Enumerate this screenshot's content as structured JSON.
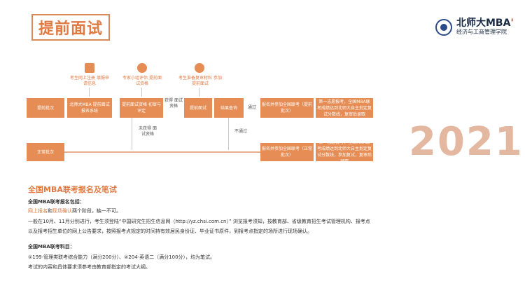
{
  "header": {
    "title": "提前面试",
    "logo_main": "北师大MBA",
    "logo_mark": "'",
    "logo_sub": "经济与工商管理学院"
  },
  "year": "2021",
  "flow": {
    "row1_left": "提前批次",
    "row2_left": "正常批次",
    "step1": "北师大MBA 提前面试报名系统",
    "step2": "提前面试资格 初审与评定",
    "step3": "提前面试",
    "step4": "结果查询",
    "step5": "报名并参加全国联考（提前批次）",
    "step6": "第一志愿报考，全国MBA联考成绩达到北师大自主划定复试分数线，复审后录取",
    "step7": "报名并参加全国联考（正常批次）",
    "step8": "第一志愿报考，全国MBA联考成绩达到北师大自主划定复试分数线，参加复试，复审后录取",
    "note1": "考生网上注册 填报申请信息",
    "note2": "专家小组评估 提前面试资格",
    "note3": "考生准备复审材料 参加提前面试",
    "mid_label": "获得 面试资格",
    "not_pass_label": "未获得 面试资格",
    "pass_label": "通过",
    "fail_label": "不通过"
  },
  "section": {
    "title": "全国MBA联考报名及笔试",
    "sub1": "全国MBA联考报名包括：",
    "line1_hl1": "网上报名",
    "line1_and": "和",
    "line1_hl2": "现场确认",
    "line1_rest": "两个阶段，缺一不可。",
    "line2": "一般在10月、11月分别进行，考生须登陆“中国研究生招生信息网（http://yz.chsi.com.cn）” 浏览报考须知，按教育部、省级教育招生考试管理机构、报考点",
    "line3": "以及报考招生单位的网上公告要求，按照报考点规定的时间持有效居民身份证、毕业证书原件，到报考点指定的场所进行现场确认。",
    "sub2": "全国MBA联考科目：",
    "line4": "①199-管理类联考综合能力（满分200分）、②204-英语二（满分100分），均为笔试。",
    "line5": "考试的内容和具体要求须参考由教育部指定的考试大纲。"
  }
}
